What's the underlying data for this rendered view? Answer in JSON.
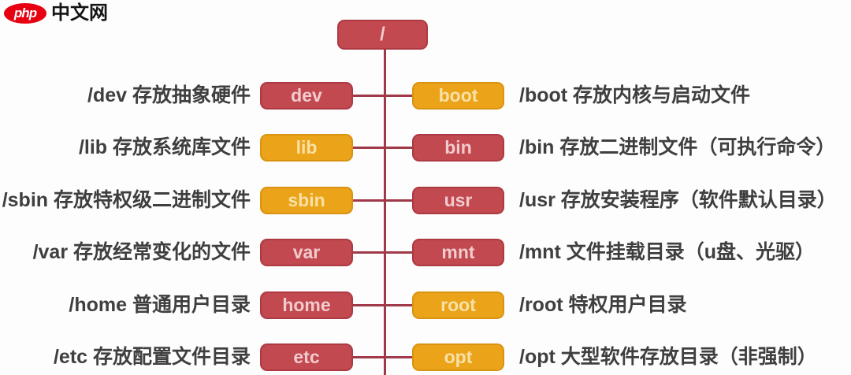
{
  "logo": {
    "brand": "php",
    "suffix": "中文网"
  },
  "colors": {
    "red_box": "#c1494f",
    "orange_box": "#eba319",
    "line": "#a03a48",
    "logo_red": "#e60012",
    "desc_text": "#3f3f3f"
  },
  "tree": {
    "root": {
      "label": "/",
      "box_color": "red"
    },
    "rows": [
      {
        "left": {
          "desc": "/dev 存放抽象硬件",
          "box": "dev",
          "box_color": "red"
        },
        "right": {
          "box": "boot",
          "box_color": "orange",
          "desc": "/boot 存放内核与启动文件"
        }
      },
      {
        "left": {
          "desc": "/lib 存放系统库文件",
          "box": "lib",
          "box_color": "orange"
        },
        "right": {
          "box": "bin",
          "box_color": "red",
          "desc": "/bin 存放二进制文件（可执行命令）"
        }
      },
      {
        "left": {
          "desc": "/sbin 存放特权级二进制文件",
          "box": "sbin",
          "box_color": "orange"
        },
        "right": {
          "box": "usr",
          "box_color": "red",
          "desc": "/usr 存放安装程序（软件默认目录）"
        }
      },
      {
        "left": {
          "desc": "/var 存放经常变化的文件",
          "box": "var",
          "box_color": "red"
        },
        "right": {
          "box": "mnt",
          "box_color": "red",
          "desc": "/mnt 文件挂载目录（u盘、光驱）"
        }
      },
      {
        "left": {
          "desc": "/home 普通用户目录",
          "box": "home",
          "box_color": "red"
        },
        "right": {
          "box": "root",
          "box_color": "orange",
          "desc": "/root 特权用户目录"
        }
      },
      {
        "left": {
          "desc": "/etc 存放配置文件目录",
          "box": "etc",
          "box_color": "red"
        },
        "right": {
          "box": "opt",
          "box_color": "orange",
          "desc": "/opt 大型软件存放目录（非强制）"
        }
      }
    ]
  }
}
